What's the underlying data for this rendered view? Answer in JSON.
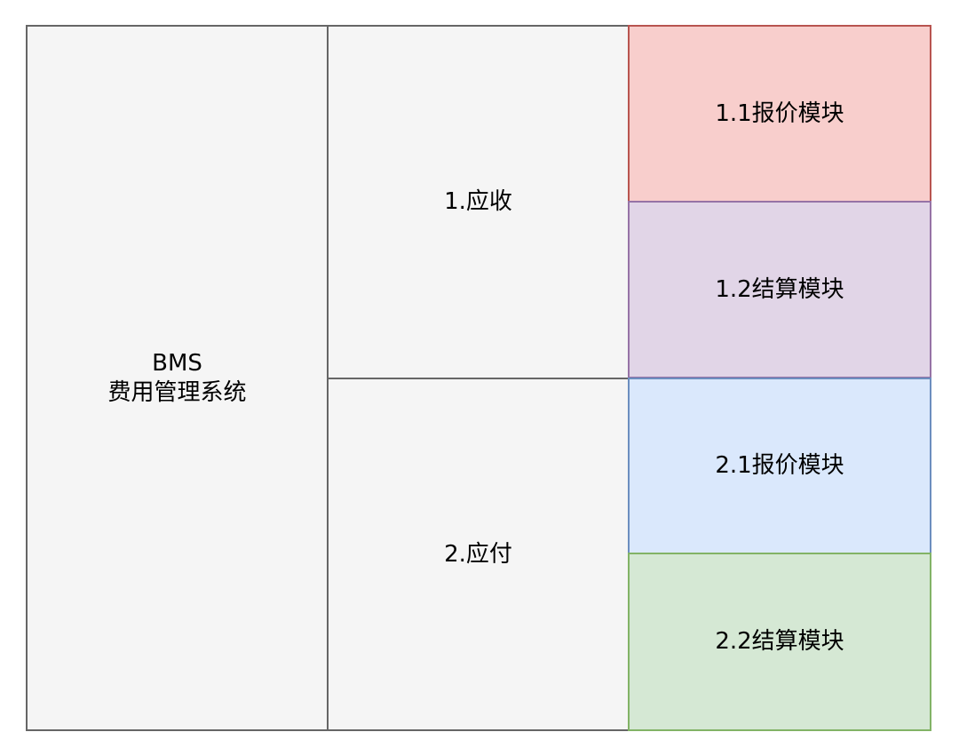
{
  "root": {
    "line1": "BMS",
    "line2": "费用管理系统"
  },
  "branches": [
    {
      "label": "1.应收",
      "modules": [
        {
          "label": "1.1报价模块",
          "fill": "#f8cecc",
          "stroke": "#b85450"
        },
        {
          "label": "1.2结算模块",
          "fill": "#e1d5e7",
          "stroke": "#9673a6"
        }
      ]
    },
    {
      "label": "2.应付",
      "modules": [
        {
          "label": "2.1报价模块",
          "fill": "#dae8fc",
          "stroke": "#6c8ebf"
        },
        {
          "label": "2.2结算模块",
          "fill": "#d5e8d4",
          "stroke": "#82b366"
        }
      ]
    }
  ],
  "colors": {
    "neutral_fill": "#f5f5f5",
    "neutral_stroke": "#666666"
  }
}
